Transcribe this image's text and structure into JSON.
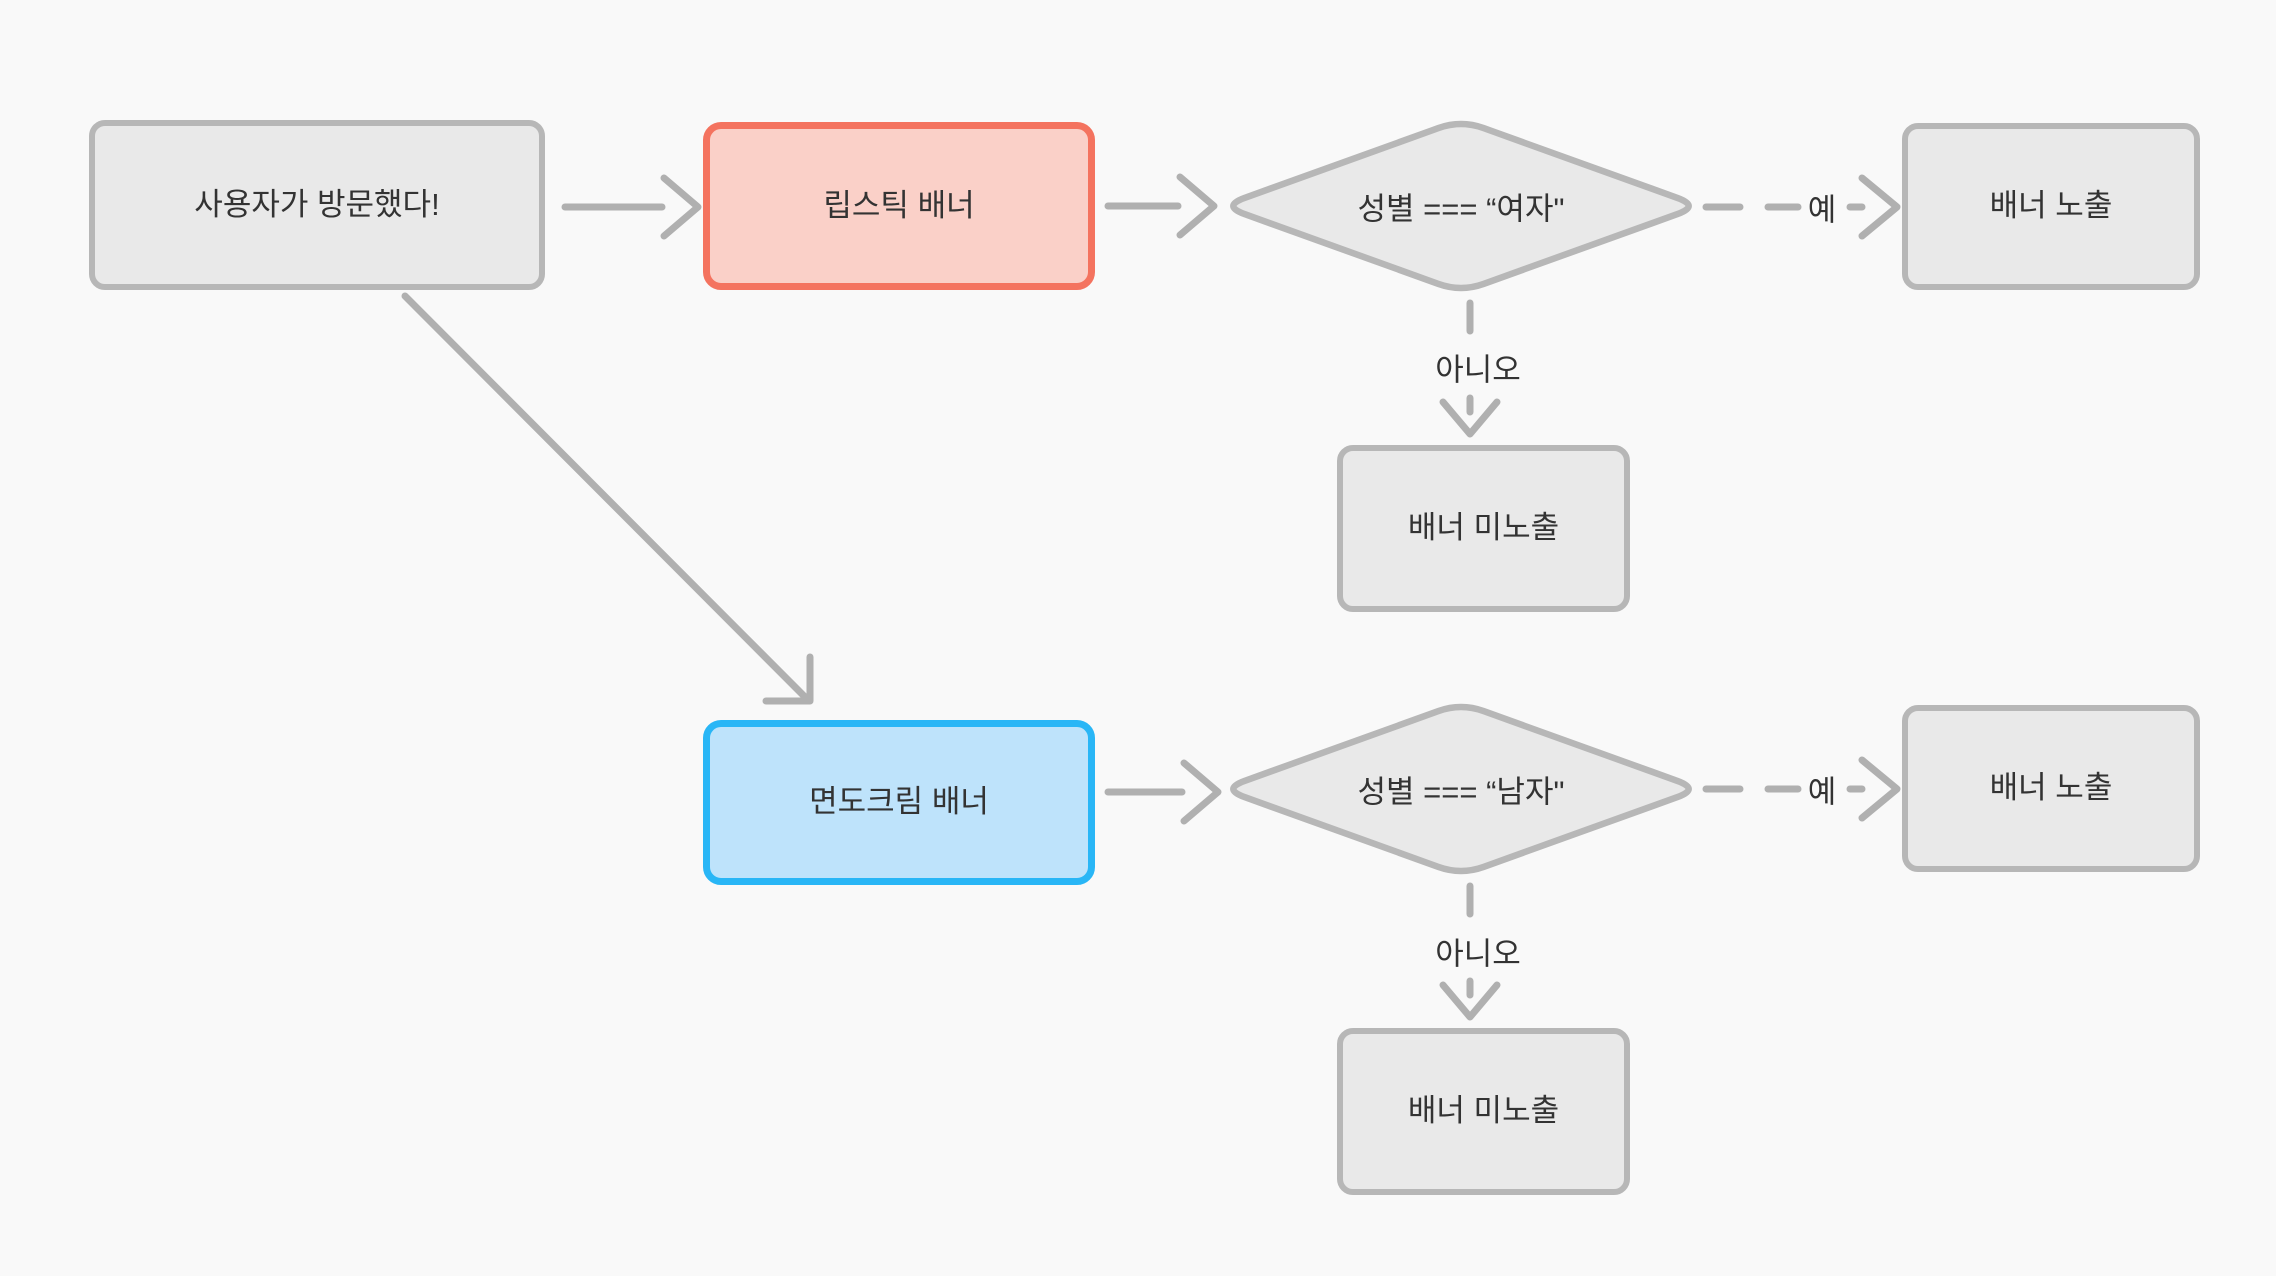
{
  "colors": {
    "background": "#f9f9f9",
    "node_fill": "#e9e9e9",
    "node_border": "#b7b7b7",
    "red_fill": "#fad0c8",
    "red_border": "#f4735f",
    "blue_fill": "#bee3fb",
    "blue_border": "#29b6f6",
    "edge": "#b0b0b0",
    "text": "#333333"
  },
  "nodes": {
    "start": {
      "label": "사용자가 방문했다!"
    },
    "lipstick_banner": {
      "label": "립스틱 배너"
    },
    "decision_female": {
      "label": "성별 === “여자\""
    },
    "banner_shown_1": {
      "label": "배너 노출"
    },
    "banner_hidden_1": {
      "label": "배너 미노출"
    },
    "shaving_cream_banner": {
      "label": "면도크림 배너"
    },
    "decision_male": {
      "label": "성별 === “남자\""
    },
    "banner_shown_2": {
      "label": "배너 노출"
    },
    "banner_hidden_2": {
      "label": "배너 미노출"
    }
  },
  "edge_labels": {
    "yes_1": "예",
    "no_1": "아니오",
    "yes_2": "예",
    "no_2": "아니오"
  }
}
